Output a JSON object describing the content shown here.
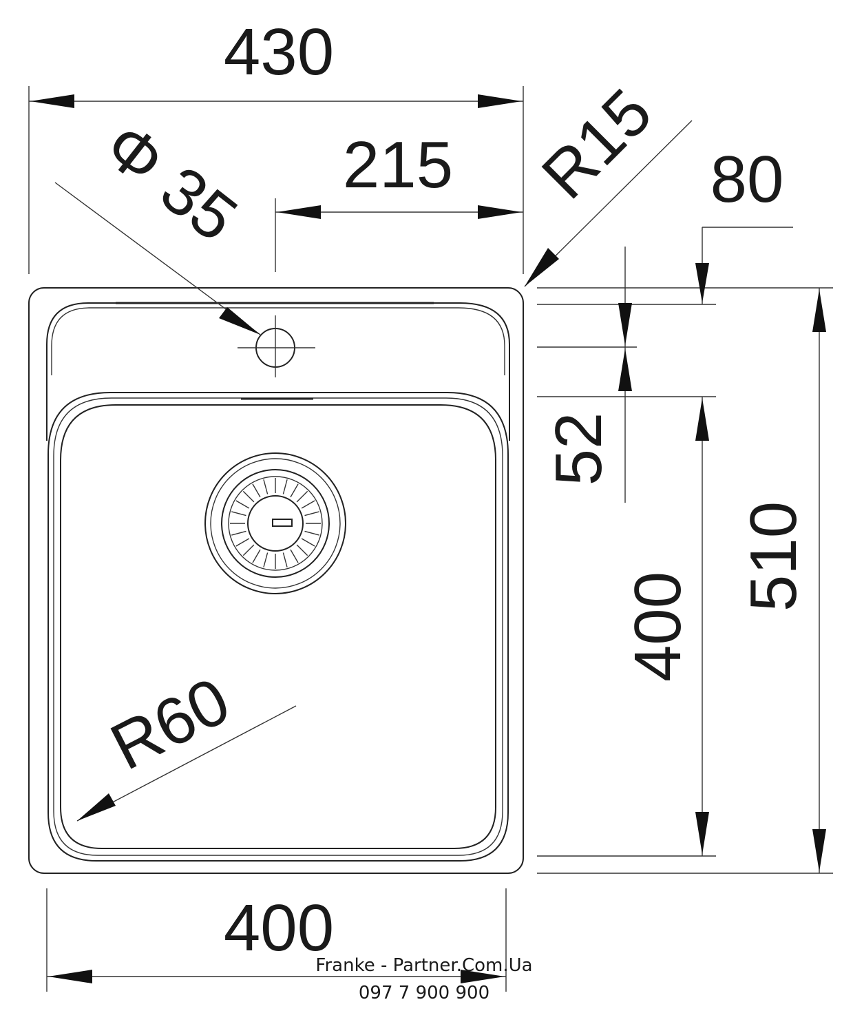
{
  "drawing": {
    "labels": {
      "overall_width": "430",
      "half_width": "215",
      "tap_hole": "Φ 35",
      "corner_radius_outer": "R15",
      "tap_offset": "80",
      "drain_offset": "52",
      "bowl_length": "400",
      "overall_length": "510",
      "bowl_radius": "R60",
      "bowl_width": "400"
    },
    "watermark": {
      "line1": "Franke - Partner.Com.Ua",
      "line2": "097 7 900 900"
    }
  }
}
